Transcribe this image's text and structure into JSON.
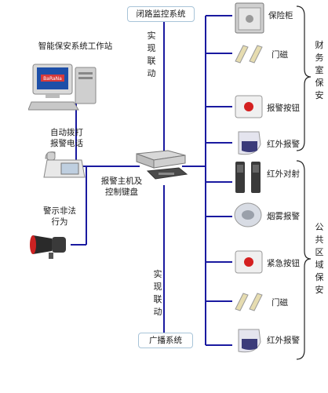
{
  "top_system": "闭路监控系统",
  "bottom_system": "广播系统",
  "link_top": "实现联动",
  "link_bottom": "实现联动",
  "workstation_label": "智能保安系统工作站",
  "monitor_logo": "BaRaNa",
  "phone_label": "自动拨打报警电话",
  "siren_label": "警示非法行为",
  "host_label": "报警主机及控制键盘",
  "group_finance": "财务室保安",
  "group_public": "公共区域保安",
  "devices": [
    {
      "label": "保险柜",
      "icon": "safe-icon"
    },
    {
      "label": "门磁",
      "icon": "door-contact-icon"
    },
    {
      "label": "报警按钮",
      "icon": "alarm-button-icon"
    },
    {
      "label": "红外报警",
      "icon": "pir-sensor-icon"
    },
    {
      "label": "红外对射",
      "icon": "beam-sensor-icon"
    },
    {
      "label": "烟雾报警",
      "icon": "smoke-detector-icon"
    },
    {
      "label": "紧急按钮",
      "icon": "emergency-button-icon"
    },
    {
      "label": "门磁",
      "icon": "door-contact-icon"
    },
    {
      "label": "红外报警",
      "icon": "pir-sensor-icon"
    }
  ]
}
